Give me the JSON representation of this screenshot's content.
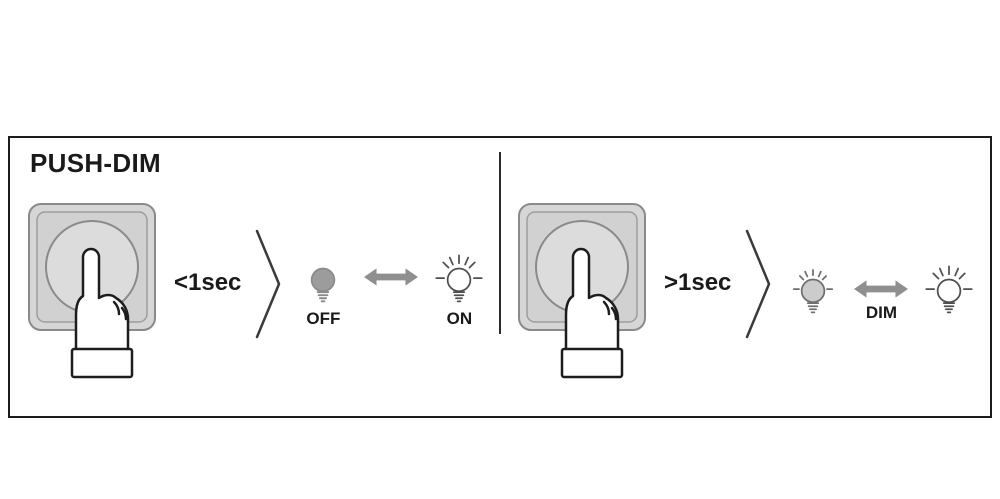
{
  "title": "PUSH-DIM",
  "left_panel": {
    "duration": "<1sec",
    "off_label": "OFF",
    "on_label": "ON"
  },
  "right_panel": {
    "duration": ">1sec",
    "dim_label": "DIM"
  },
  "colors": {
    "frame_border": "#1c1c1c",
    "divider": "#2b2b2b",
    "arrow_gray": "#8f8f8f",
    "bulb_off_fill": "#9c9c9c",
    "bulb_dim_fill": "#cccccc",
    "switch_plate": "#d6d6d6",
    "switch_knob": "#dcdcdc",
    "text": "#1a1a1a"
  },
  "icons": {
    "switch": "push-button-with-hand-icon",
    "chevron": "chevron-separator-icon",
    "bulb_off": "bulb-off-icon",
    "bulb_on": "bulb-on-icon",
    "bulb_dim_low": "bulb-dim-low-icon",
    "bulb_dim_high": "bulb-dim-high-icon",
    "arrow": "double-headed-arrow-icon"
  }
}
